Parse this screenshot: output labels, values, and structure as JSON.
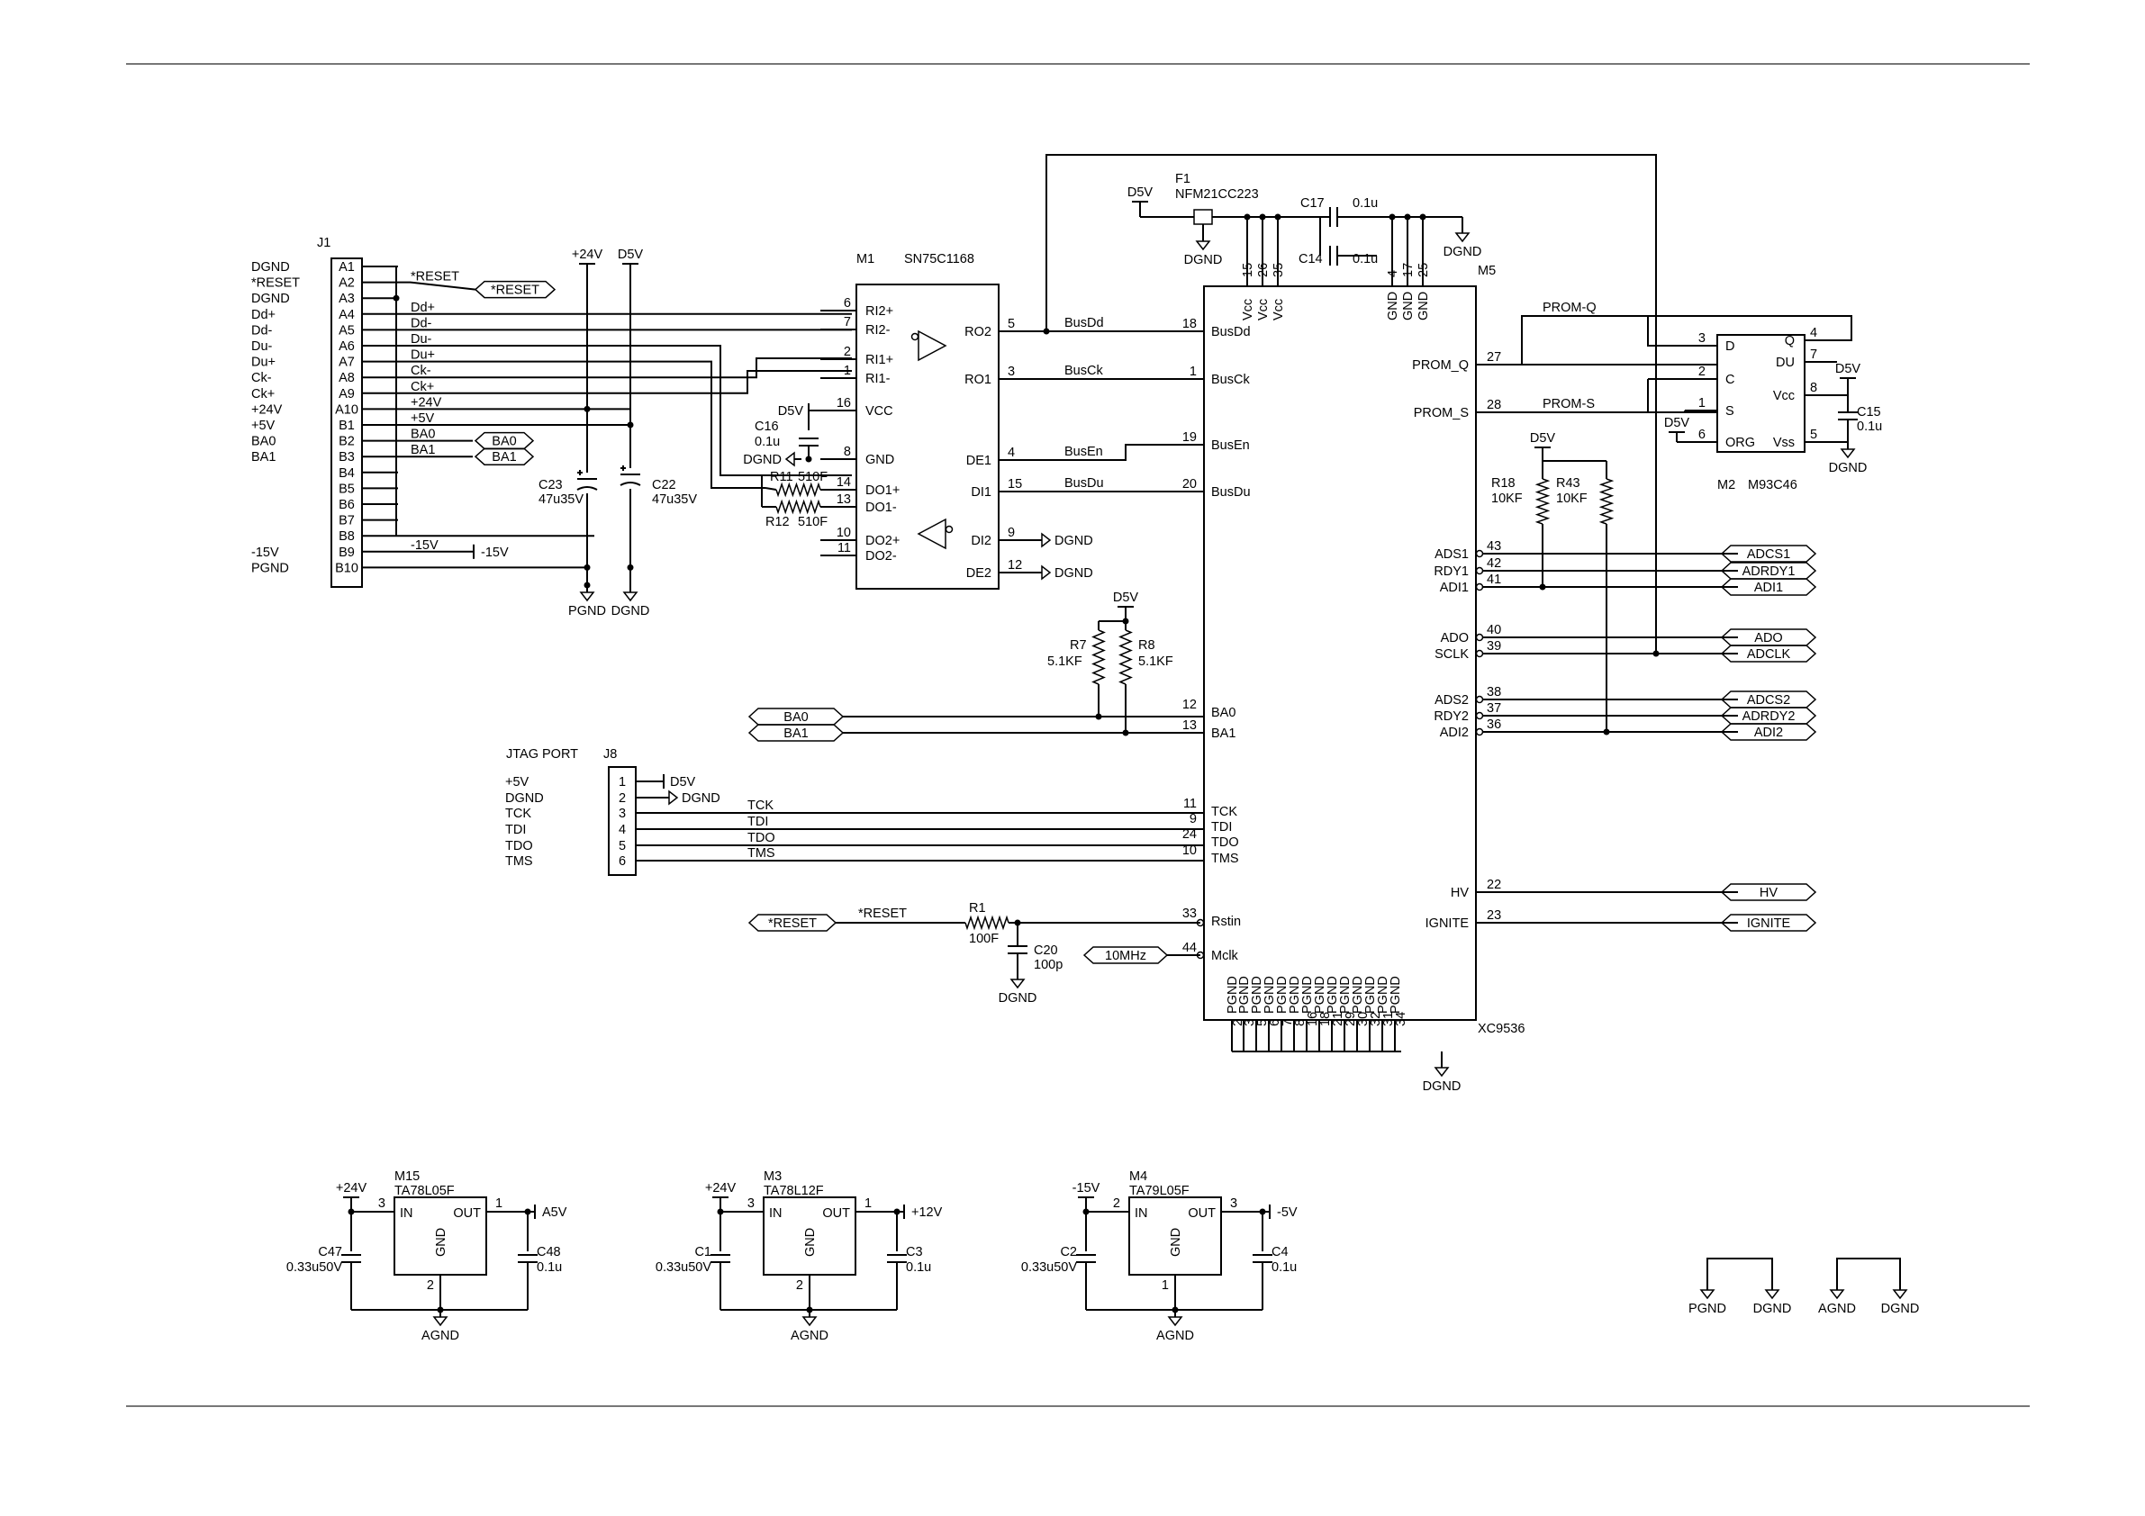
{
  "J1": {
    "ref": "J1",
    "names": [
      "DGND",
      "*RESET",
      "DGND",
      "Dd+",
      "Dd-",
      "Du-",
      "Du+",
      "Ck-",
      "Ck+",
      "+24V",
      "+5V",
      "BA0",
      "BA1",
      "-15V",
      "PGND"
    ],
    "pins": [
      "A1",
      "A2",
      "A3",
      "A4",
      "A5",
      "A6",
      "A7",
      "A8",
      "A9",
      "A10",
      "B1",
      "B2",
      "B3",
      "B4",
      "B5",
      "B6",
      "B7",
      "B8",
      "B9",
      "B10"
    ],
    "nets": [
      "*RESET",
      "Dd+",
      "Dd-",
      "Du-",
      "Du+",
      "Ck-",
      "Ck+",
      "+24V",
      "+5V",
      "BA0",
      "BA1",
      "-15V"
    ]
  },
  "ports": {
    "reset": "*RESET",
    "ba0": "BA0",
    "ba1": "BA1",
    "reset2": "*RESET",
    "clk": "10MHz",
    "neg15": "-15V"
  },
  "power": {
    "p24": "+24V",
    "d5v": "D5V",
    "pgnd": "PGND",
    "dgnd": "DGND",
    "agnd": "AGND",
    "a5v": "A5V",
    "p12": "+12V",
    "m5v": "-5V",
    "m15": "-15V"
  },
  "caps": {
    "c23": [
      "C23",
      "47u35V"
    ],
    "c22": [
      "C22",
      "47u35V"
    ],
    "c16": [
      "C16",
      "0.1u"
    ],
    "c17": [
      "C17",
      "0.1u"
    ],
    "c14": [
      "C14",
      "0.1u"
    ],
    "c15": [
      "C15",
      "0.1u"
    ],
    "c20": [
      "C20",
      "100p"
    ],
    "c47": [
      "C47",
      "0.33u50V"
    ],
    "c48": [
      "C48",
      "0.1u"
    ],
    "c1": [
      "C1",
      "0.33u50V"
    ],
    "c3": [
      "C3",
      "0.1u"
    ],
    "c2": [
      "C2",
      "0.33u50V"
    ],
    "c4": [
      "C4",
      "0.1u"
    ]
  },
  "resistors": {
    "r11": [
      "R11",
      "510F"
    ],
    "r12": [
      "R12",
      "510F"
    ],
    "r7": [
      "R7",
      "5.1KF"
    ],
    "r8": [
      "R8",
      "5.1KF"
    ],
    "r18": [
      "R18",
      "10KF"
    ],
    "r43": [
      "R43",
      "10KF"
    ],
    "r1": [
      "R1",
      "100F"
    ]
  },
  "M1": {
    "ref": "M1",
    "part": "SN75C1168",
    "left": [
      [
        "6",
        "RI2+"
      ],
      [
        "7",
        "RI2-"
      ],
      [
        "2",
        "RI1+"
      ],
      [
        "1",
        "RI1-"
      ],
      [
        "16",
        "VCC"
      ],
      [
        "8",
        "GND"
      ],
      [
        "14",
        "DO1+"
      ],
      [
        "13",
        "DO1-"
      ],
      [
        "10",
        "DO2+"
      ],
      [
        "11",
        "DO2-"
      ]
    ],
    "right": [
      [
        "5",
        "RO2"
      ],
      [
        "3",
        "RO1"
      ],
      [
        "4",
        "DE1"
      ],
      [
        "15",
        "DI1"
      ],
      [
        "9",
        "DI2"
      ],
      [
        "12",
        "DE2"
      ]
    ]
  },
  "F1": {
    "ref": "F1",
    "part": "NFM21CC223"
  },
  "M5": {
    "ref": "M5",
    "part": "XC9536",
    "top": [
      [
        "15",
        "Vcc"
      ],
      [
        "26",
        "Vcc"
      ],
      [
        "35",
        "Vcc"
      ],
      [
        "4",
        "GND"
      ],
      [
        "17",
        "GND"
      ],
      [
        "25",
        "GND"
      ]
    ],
    "left": [
      [
        "18",
        "BusDd"
      ],
      [
        "1",
        "BusCk"
      ],
      [
        "19",
        "BusEn"
      ],
      [
        "20",
        "BusDu"
      ],
      [
        "12",
        "BA0"
      ],
      [
        "13",
        "BA1"
      ],
      [
        "11",
        "TCK"
      ],
      [
        "9",
        "TDI"
      ],
      [
        "24",
        "TDO"
      ],
      [
        "10",
        "TMS"
      ],
      [
        "33",
        "Rstin"
      ],
      [
        "44",
        "Mclk"
      ]
    ],
    "right": [
      [
        "27",
        "PROM_Q"
      ],
      [
        "28",
        "PROM_S"
      ],
      [
        "43",
        "ADS1"
      ],
      [
        "42",
        "RDY1"
      ],
      [
        "41",
        "ADI1"
      ],
      [
        "40",
        "ADO"
      ],
      [
        "39",
        "SCLK"
      ],
      [
        "38",
        "ADS2"
      ],
      [
        "37",
        "RDY2"
      ],
      [
        "36",
        "ADI2"
      ],
      [
        "22",
        "HV"
      ],
      [
        "23",
        "IGNITE"
      ]
    ],
    "bottom": [
      "2",
      "3",
      "5",
      "6",
      "7",
      "8",
      "16",
      "18",
      "21",
      "29",
      "30",
      "32",
      "31",
      "34"
    ],
    "bottom_name": "PGND"
  },
  "M2": {
    "ref": "M2",
    "part": "M93C46",
    "pins": [
      [
        "3",
        "D"
      ],
      [
        "2",
        "C"
      ],
      [
        "1",
        "S"
      ],
      [
        "6",
        "ORG"
      ],
      [
        "4",
        "Q"
      ],
      [
        "7",
        "DU"
      ],
      [
        "8",
        "Vcc"
      ],
      [
        "5",
        "Vss"
      ]
    ]
  },
  "J8": {
    "title": "JTAG PORT",
    "ref": "J8",
    "names": [
      "+5V",
      "DGND",
      "TCK",
      "TDI",
      "TDO",
      "TMS"
    ],
    "pins": [
      "1",
      "2",
      "3",
      "4",
      "5",
      "6"
    ]
  },
  "nets": {
    "busdd": "BusDd",
    "busck": "BusCk",
    "busen": "BusEn",
    "busdu": "BusDu",
    "promq": "PROM-Q",
    "proms": "PROM-S",
    "tck": "TCK",
    "tdi": "TDI",
    "tdo": "TDO",
    "tms": "TMS",
    "reset": "*RESET"
  },
  "outs": {
    "adcs1": "ADCS1",
    "adrdy1": "ADRDY1",
    "adi1": "ADI1",
    "ado": "ADO",
    "adclk": "ADCLK",
    "adcs2": "ADCS2",
    "adrdy2": "ADRDY2",
    "adi2": "ADI2",
    "hv": "HV",
    "ignite": "IGNITE"
  },
  "regs": [
    {
      "ref": "M15",
      "part": "TA78L05F",
      "pin_in": "3",
      "pin_out": "1",
      "pin_gnd": "2",
      "vin": "+24V",
      "vout": "A5V",
      "cin": [
        "C47",
        "0.33u50V"
      ],
      "cout": [
        "C48",
        "0.1u"
      ]
    },
    {
      "ref": "M3",
      "part": "TA78L12F",
      "pin_in": "3",
      "pin_out": "1",
      "pin_gnd": "2",
      "vin": "+24V",
      "vout": "+12V",
      "cin": [
        "C1",
        "0.33u50V"
      ],
      "cout": [
        "C3",
        "0.1u"
      ]
    },
    {
      "ref": "M4",
      "part": "TA79L05F",
      "pin_in": "2",
      "pin_out": "3",
      "pin_gnd": "1",
      "vin": "-15V",
      "vout": "-5V",
      "cin": [
        "C2",
        "0.33u50V"
      ],
      "cout": [
        "C4",
        "0.1u"
      ]
    }
  ],
  "reg_labels": {
    "in": "IN",
    "out": "OUT",
    "gnd": "GND"
  },
  "ties": [
    "PGND",
    "DGND",
    "AGND",
    "DGND"
  ]
}
